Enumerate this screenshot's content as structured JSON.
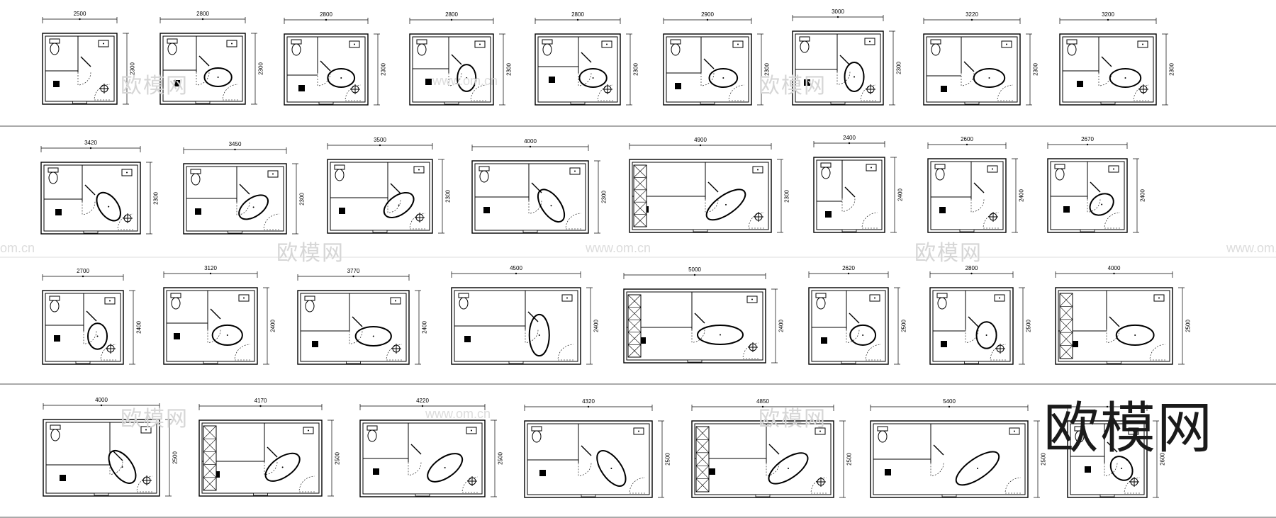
{
  "watermarks": {
    "brand": "欧模网",
    "url": "www.om.cn",
    "url_short": "om.cn"
  },
  "logo": "欧模网",
  "rows": [
    {
      "plans": [
        {
          "w": "2500",
          "h": "2300"
        },
        {
          "w": "2800",
          "h": "2300"
        },
        {
          "w": "2800",
          "h": "2300"
        },
        {
          "w": "2800",
          "h": "2300"
        },
        {
          "w": "2800",
          "h": "2300"
        },
        {
          "w": "2900",
          "h": "2300"
        },
        {
          "w": "3000",
          "h": "2300"
        },
        {
          "w": "3220",
          "h": "2300"
        },
        {
          "w": "3200",
          "h": "2300"
        }
      ]
    },
    {
      "plans": [
        {
          "w": "3420",
          "h": "2300"
        },
        {
          "w": "3450",
          "h": "2300"
        },
        {
          "w": "3500",
          "h": "2300"
        },
        {
          "w": "4000",
          "h": "2300"
        },
        {
          "w": "4900",
          "h": "2300"
        },
        {
          "w": "2400",
          "h": "2400"
        },
        {
          "w": "2600",
          "h": "2400"
        },
        {
          "w": "2670",
          "h": "2400"
        }
      ]
    },
    {
      "plans": [
        {
          "w": "2700",
          "h": "2400"
        },
        {
          "w": "3120",
          "h": "2400"
        },
        {
          "w": "3770",
          "h": "2400"
        },
        {
          "w": "4500",
          "h": "2400"
        },
        {
          "w": "5000",
          "h": "2400"
        },
        {
          "w": "2620",
          "h": "2500"
        },
        {
          "w": "2800",
          "h": "2500"
        },
        {
          "w": "4000",
          "h": "2500"
        }
      ]
    },
    {
      "plans": [
        {
          "w": "4000",
          "h": "2500"
        },
        {
          "w": "4170",
          "h": "2500"
        },
        {
          "w": "4220",
          "h": "2500"
        },
        {
          "w": "4320",
          "h": "2500"
        },
        {
          "w": "4850",
          "h": "2500"
        },
        {
          "w": "5400",
          "h": "2500"
        },
        {
          "w": "",
          "h": "2600"
        }
      ]
    }
  ]
}
